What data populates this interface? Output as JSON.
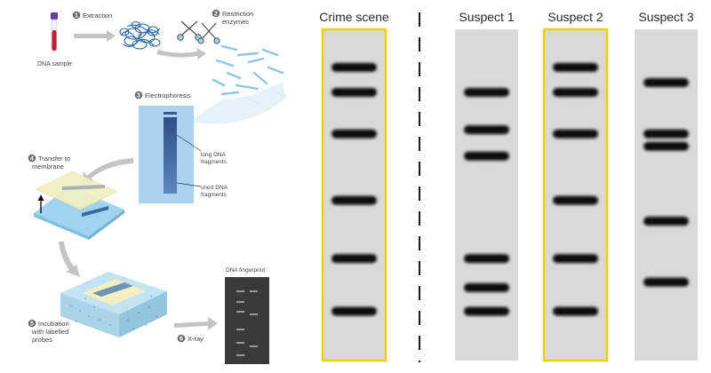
{
  "process": {
    "steps": [
      {
        "n": "1",
        "label": "Extraction"
      },
      {
        "n": "2",
        "label": "Restriction",
        "label2": "enzymes"
      },
      {
        "n": "3",
        "label": "Electrophoresis"
      },
      {
        "n": "4",
        "label": "Transfer to",
        "label2": "membrane"
      },
      {
        "n": "5",
        "label": "Incubation",
        "label2": "with labelled",
        "label3": "probes"
      },
      {
        "n": "6",
        "label": "X-ray"
      }
    ],
    "dna_sample": "DNA sample",
    "long_fragments": [
      "long DNA",
      "fragments"
    ],
    "short_fragments": [
      "short DNA",
      "fragments"
    ],
    "fingerprint": "DNA fingerprint"
  },
  "gel": {
    "lanes": [
      {
        "label": "Crime scene",
        "highlight": true,
        "bands": [
          0.115,
          0.205,
          0.355,
          0.595,
          0.805,
          0.995
        ]
      },
      {
        "label": "Suspect 1",
        "highlight": false,
        "bands": [
          0.205,
          0.34,
          0.435,
          0.805,
          0.91,
          0.995
        ]
      },
      {
        "label": "Suspect 2",
        "highlight": true,
        "bands": [
          0.115,
          0.205,
          0.355,
          0.595,
          0.805,
          0.995
        ]
      },
      {
        "label": "Suspect 3",
        "highlight": false,
        "bands": [
          0.17,
          0.355,
          0.4,
          0.67,
          0.89
        ]
      }
    ],
    "colors": {
      "lane": "#d9d9d9",
      "highlight": "#f2d000",
      "band": "#111111",
      "divider": "#1a1a1a"
    }
  }
}
